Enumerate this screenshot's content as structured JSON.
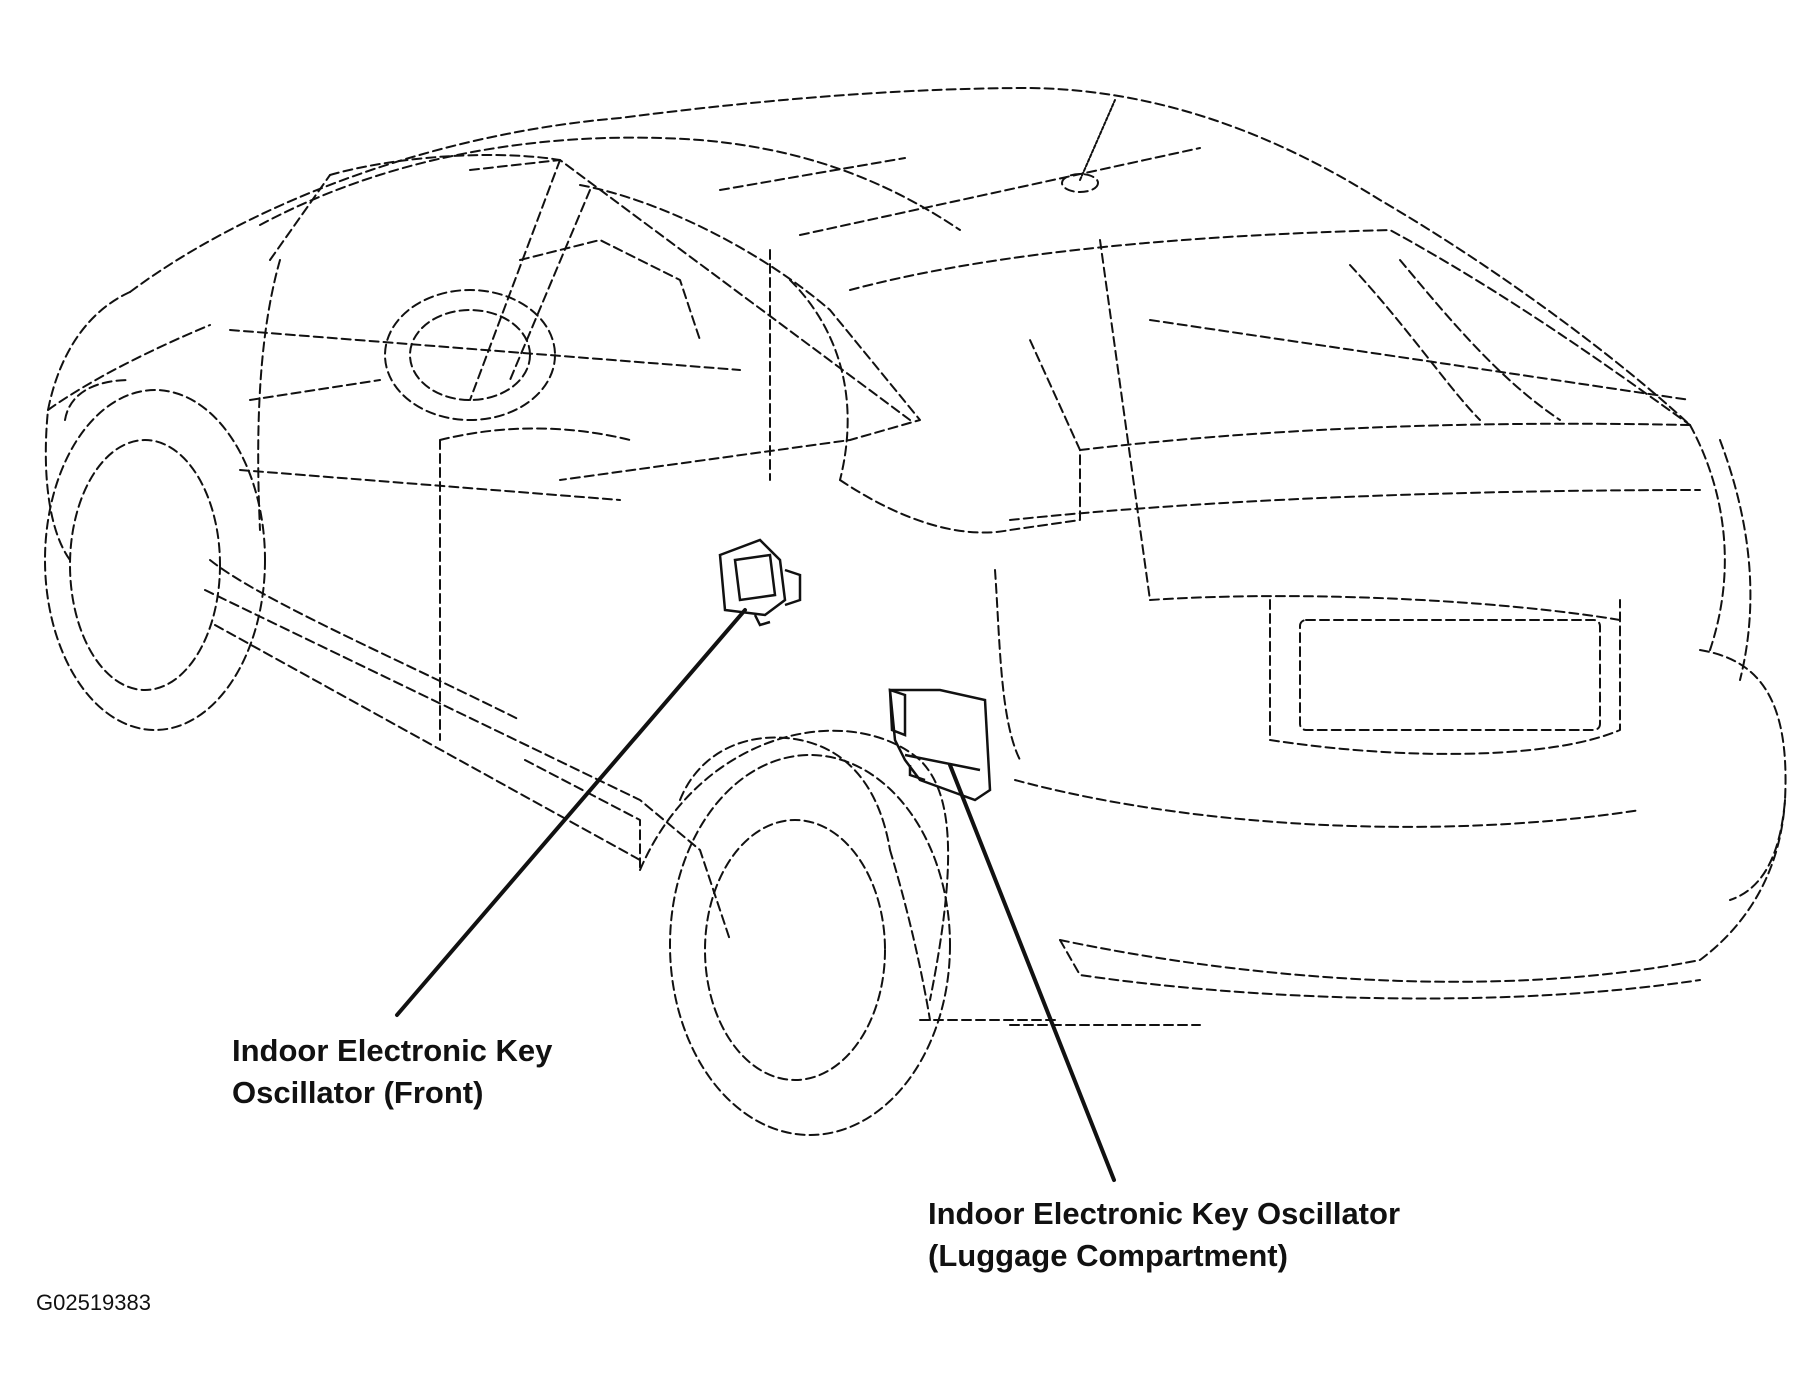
{
  "callouts": {
    "front": {
      "line1": "Indoor Electronic Key",
      "line2": "Oscillator (Front)"
    },
    "luggage": {
      "line1": "Indoor Electronic Key Oscillator",
      "line2": "(Luggage Compartment)"
    }
  },
  "figure_id": "G02519383",
  "colors": {
    "ink": "#111111",
    "background": "#ffffff"
  }
}
